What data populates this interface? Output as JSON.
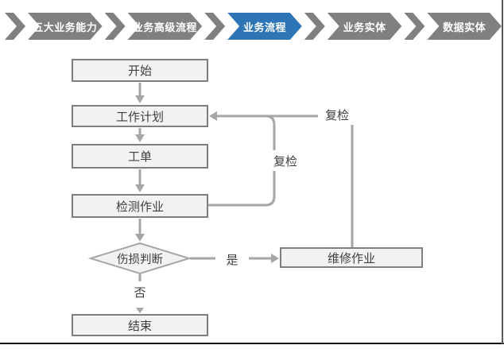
{
  "breadcrumb": {
    "items": [
      {
        "label": "五大业务能力",
        "active": false
      },
      {
        "label": "业务高级流程",
        "active": false
      },
      {
        "label": "业务流程",
        "active": true
      },
      {
        "label": "业务实体",
        "active": false
      },
      {
        "label": "数据实体",
        "active": false
      }
    ],
    "active_color": "#2E75B6",
    "inactive_color": "#808080"
  },
  "flowchart": {
    "nodes": {
      "start": {
        "label": "开始",
        "shape": "rect"
      },
      "plan": {
        "label": "工作计划",
        "shape": "rect"
      },
      "order": {
        "label": "工单",
        "shape": "rect"
      },
      "inspect": {
        "label": "检测作业",
        "shape": "rect"
      },
      "decision": {
        "label": "伤损判断",
        "shape": "diamond"
      },
      "repair": {
        "label": "维修作业",
        "shape": "rect"
      },
      "end": {
        "label": "结束",
        "shape": "rect"
      }
    },
    "edges": [
      {
        "from": "start",
        "to": "plan",
        "label": ""
      },
      {
        "from": "plan",
        "to": "order",
        "label": ""
      },
      {
        "from": "order",
        "to": "inspect",
        "label": ""
      },
      {
        "from": "inspect",
        "to": "decision",
        "label": ""
      },
      {
        "from": "decision",
        "to": "repair",
        "label": "是"
      },
      {
        "from": "decision",
        "to": "end",
        "label": "否"
      },
      {
        "from": "inspect",
        "to": "plan",
        "label": "复检"
      },
      {
        "from": "repair",
        "to": "plan",
        "label": "复检"
      }
    ],
    "edge_labels": {
      "recheck_inspect": "复检",
      "recheck_repair": "复检",
      "yes": "是",
      "no": "否"
    }
  },
  "colors": {
    "node_fill": "#F2F2F2",
    "node_border": "#7F7F7F",
    "connector": "#A6A6A6",
    "text": "#404040",
    "breadcrumb_active": "#2E75B6",
    "breadcrumb_inactive": "#808080",
    "bottom_border": "#111111",
    "right_border": "#595959"
  }
}
